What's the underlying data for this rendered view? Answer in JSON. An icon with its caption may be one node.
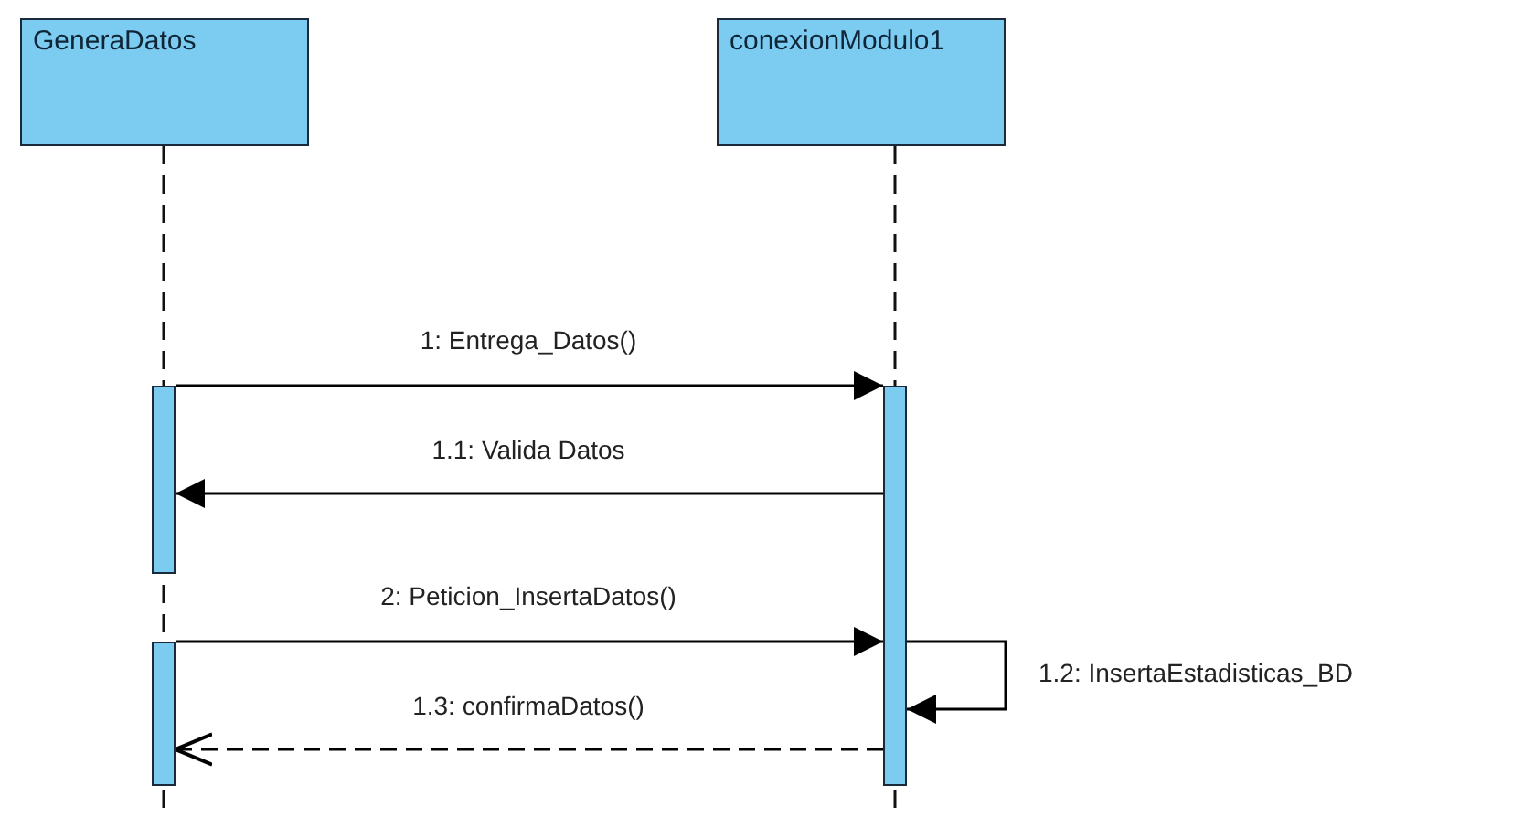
{
  "diagram": {
    "nodes": [
      {
        "text": [
          "GeneraDatos"
        ]
      },
      {
        "text": [
          "conexionModulo1"
        ]
      },
      {
        "text": [],
        "shape": "bar"
      },
      {
        "text": [],
        "shape": "bar"
      },
      {
        "text": [],
        "shape": "bar"
      }
    ],
    "edges": [
      {
        "from": 2,
        "to": 4,
        "arrow": "to",
        "label": "1: Entrega_Datos()"
      },
      {
        "from": 4,
        "to": 2,
        "arrow": "to",
        "label": "1.1: Valida Datos"
      },
      {
        "from": 3,
        "to": 4,
        "arrow": "to",
        "label": "2: Peticion_InsertaDatos()"
      },
      {
        "from": 4,
        "to": 4,
        "arrow": "to",
        "label": "1.2: InsertaEstadisticas_BD"
      },
      {
        "from": 4,
        "to": 3,
        "arrow": "to",
        "label": "1.3: confirmaDatos()",
        "style": "dashed"
      }
    ]
  }
}
